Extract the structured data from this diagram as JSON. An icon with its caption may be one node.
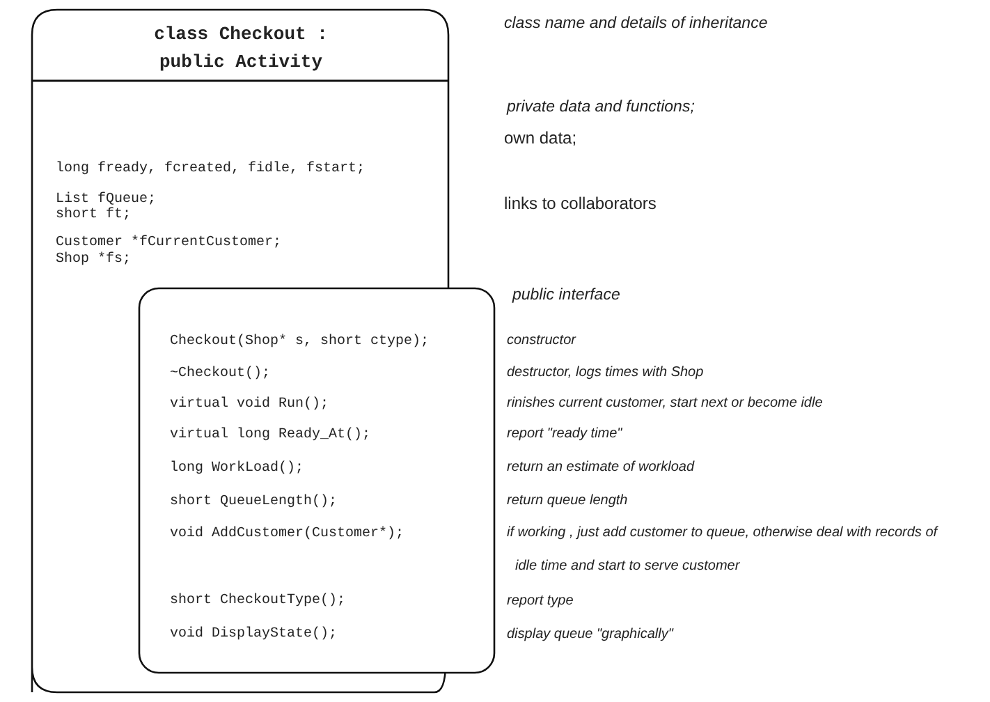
{
  "diagram": {
    "nodes": [
      {
        "text": [
          "class Checkout : public Activity",
          "long fready, fcreated, fidle, fstart;",
          "List fQueue;",
          "short ft;",
          "Customer *fCurrentCustomer;",
          "Shop *fs;"
        ]
      },
      {
        "text": [
          "Checkout(Shop* s, short ctype);",
          "~Checkout();",
          "virtual void Run();",
          "virtual long Ready_At();",
          "long WorkLoad();",
          "short QueueLength();",
          "void AddCustomer(Customer*);",
          "short CheckoutType();",
          "void DisplayState();"
        ],
        "in": 0
      }
    ],
    "labels": [
      "class name and details of inheritance",
      "private data and functions;",
      "own data;",
      "links to collaborators",
      "public interface",
      "constructor",
      "destructor, logs times with Shop",
      "rinishes current customer, start next or become idle",
      "report \"ready time\"",
      "return an estimate of workload",
      "return queue length",
      "if working , just add customer to queue, otherwise deal with records of idle time and start to serve customer",
      "report type",
      "display queue \"graphically\""
    ]
  }
}
